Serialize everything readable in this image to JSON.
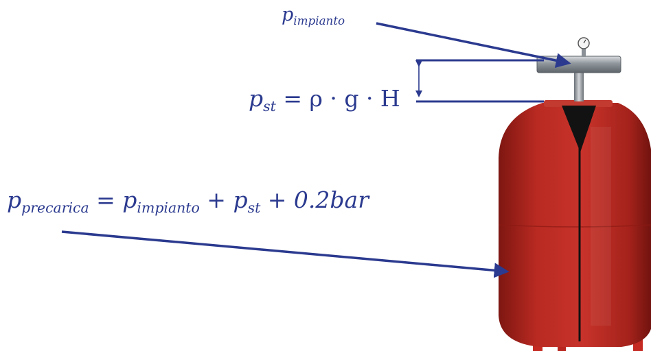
{
  "labels": {
    "p_impianto": {
      "base": "p",
      "sub": "impianto"
    },
    "p_st": {
      "base": "p",
      "sub": "st",
      "rhs": "= ρ · g · H"
    },
    "p_precarica": {
      "base": "p",
      "sub": "precarica",
      "eq": " = ",
      "t1_base": "p",
      "t1_sub": "impianto",
      "plus1": " + ",
      "t2_base": "p",
      "t2_sub": "st",
      "plus2": " + ",
      "tail": "0.2bar"
    }
  },
  "colors": {
    "annotation_blue": "#2b3a8f",
    "tank_red": "#b4221c",
    "tank_dark": "#7a1410",
    "membrane": "#111111",
    "pipe_steel": "#9aa0a6"
  },
  "icons": [
    "pressure-gauge-icon",
    "expansion-vessel"
  ]
}
